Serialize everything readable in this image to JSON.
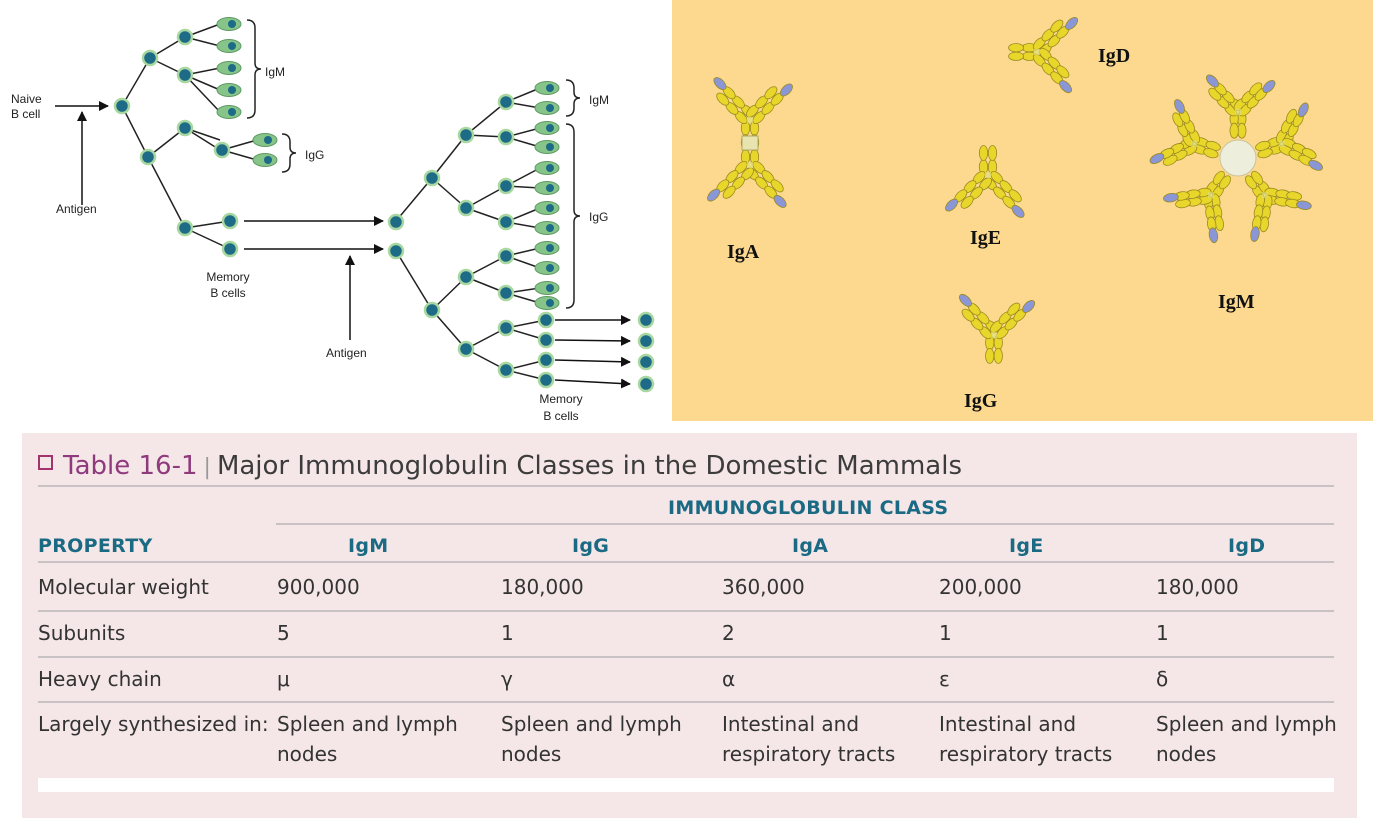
{
  "left_diagram": {
    "naive_label": [
      "Naive",
      "B cell"
    ],
    "antigen_label_1": "Antigen",
    "antigen_label_2": "Antigen",
    "memory_label_1": [
      "Memory",
      "B cells"
    ],
    "memory_label_2": [
      "Memory",
      "B cells"
    ],
    "igm_label_1": "IgM",
    "igg_label_1": "IgG",
    "igm_label_2": "IgM",
    "igg_label_2": "IgG"
  },
  "right_diagram": {
    "background": "#fcd98e",
    "labels": {
      "iga": "IgA",
      "igd": "IgD",
      "ige": "IgE",
      "igm": "IgM",
      "igg": "IgG"
    }
  },
  "table": {
    "title_number": "Table 16-1",
    "title_separator": "|",
    "title_text": "Major Immunoglobulin Classes in the Domestic Mammals",
    "group_header": "IMMUNOGLOBULIN CLASS",
    "property_header": "PROPERTY",
    "columns": [
      "IgM",
      "IgG",
      "IgA",
      "IgE",
      "IgD"
    ],
    "rows": [
      {
        "property": "Molecular weight",
        "values": [
          "900,000",
          "180,000",
          "360,000",
          "200,000",
          "180,000"
        ]
      },
      {
        "property": "Subunits",
        "values": [
          "5",
          "1",
          "2",
          "1",
          "1"
        ]
      },
      {
        "property": "Heavy chain",
        "values": [
          "μ",
          "γ",
          "α",
          "ε",
          "δ"
        ]
      },
      {
        "property": "Largely synthesized in:",
        "values": [
          "Spleen and lymph nodes",
          "Spleen and lymph nodes",
          "Intestinal and respiratory tracts",
          "Intestinal and respiratory tracts",
          "Spleen and lymph nodes"
        ]
      }
    ],
    "colors": {
      "title_accent": "#8f3a7d",
      "header": "#1b6a84",
      "panel_bg": "#f5e7e8"
    }
  }
}
